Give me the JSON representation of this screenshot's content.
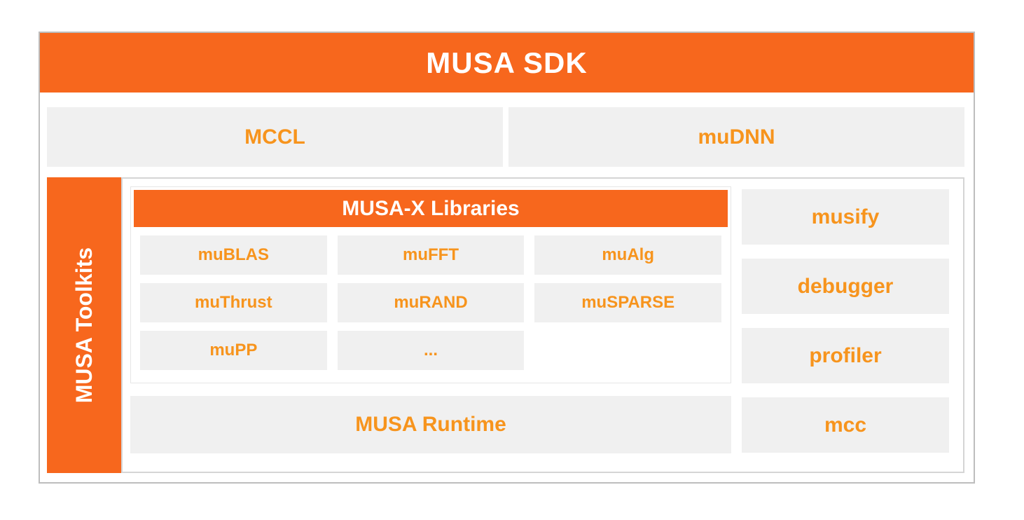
{
  "banner": {
    "title": "MUSA SDK"
  },
  "top_row": [
    {
      "label": "MCCL"
    },
    {
      "label": "muDNN"
    }
  ],
  "toolkits": {
    "label": "MUSA Toolkits"
  },
  "musax": {
    "header": "MUSA-X Libraries",
    "libraries": [
      "muBLAS",
      "muFFT",
      "muAlg",
      "muThrust",
      "muRAND",
      "muSPARSE",
      "muPP",
      "..."
    ]
  },
  "runtime": {
    "label": "MUSA Runtime"
  },
  "tools": [
    {
      "label": "musify"
    },
    {
      "label": "debugger"
    },
    {
      "label": "profiler"
    },
    {
      "label": "mcc"
    }
  ],
  "colors": {
    "accent_orange": "#F7671D",
    "label_orange": "#F7941D",
    "box_gray": "#F0F0F0",
    "outer_border": "#BDBDBD",
    "inner_border": "#D5D5D5"
  }
}
